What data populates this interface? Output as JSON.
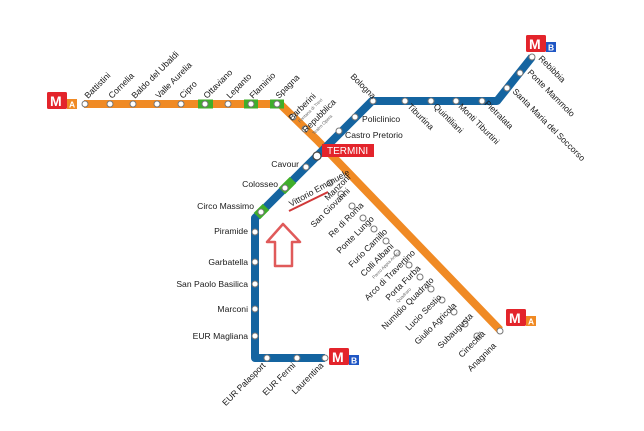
{
  "colors": {
    "line_a": "#f08a24",
    "line_b": "#1464a0",
    "line_c": "#3fae2a",
    "metro_red": "#e3242b",
    "line_b_badge": "#1f56c4",
    "line_a_badge": "#f08a24",
    "arrow": "#e05a5a",
    "tram_link": "#d03838"
  },
  "logos": {
    "metro_letter": "M",
    "line_a_letter": "A",
    "line_b_letter": "B"
  },
  "termini_label": "TERMINI",
  "stations": [
    {
      "name": "Battistini"
    },
    {
      "name": "Cornelia"
    },
    {
      "name": "Baldo del Ubaldi"
    },
    {
      "name": "Valle Aurelia"
    },
    {
      "name": "Cipro"
    },
    {
      "name": "Ottaviano"
    },
    {
      "name": "Lepanto"
    },
    {
      "name": "Flaminio"
    },
    {
      "name": "Spagna"
    },
    {
      "name": "Barberini",
      "sub": "Fontana di Trevi"
    },
    {
      "name": "Repubblica",
      "sub": "Teatro Opera"
    },
    {
      "name": "Vittorio Emanuele"
    },
    {
      "name": "Manzoni"
    },
    {
      "name": "San Giovanni"
    },
    {
      "name": "Re di Roma"
    },
    {
      "name": "Ponte Lungo"
    },
    {
      "name": "Furio Camillo"
    },
    {
      "name": "Colli Albani",
      "sub": "Parco Appia Antica"
    },
    {
      "name": "Arco di Travertino"
    },
    {
      "name": "Porta Furba",
      "sub": "Quadraro"
    },
    {
      "name": "Numidio Quadrato"
    },
    {
      "name": "Lucio Sestio"
    },
    {
      "name": "Giulio Agricola"
    },
    {
      "name": "Subaugusta"
    },
    {
      "name": "Cinecittà"
    },
    {
      "name": "Anagnina"
    },
    {
      "name": "Bologna"
    },
    {
      "name": "Policlinico"
    },
    {
      "name": "Tiburtina"
    },
    {
      "name": "Quintiliani"
    },
    {
      "name": "Monti Tiburtini"
    },
    {
      "name": "Pietralata"
    },
    {
      "name": "Santa Maria del Soccorso"
    },
    {
      "name": "Ponte Mammolo"
    },
    {
      "name": "Rebibbia"
    },
    {
      "name": "Castro Pretorio"
    },
    {
      "name": "Cavour"
    },
    {
      "name": "Colosseo"
    },
    {
      "name": "Circo Massimo"
    },
    {
      "name": "Piramide"
    },
    {
      "name": "Garbatella"
    },
    {
      "name": "San Paolo Basilica"
    },
    {
      "name": "Marconi"
    },
    {
      "name": "EUR Magliana"
    },
    {
      "name": "EUR Palasport"
    },
    {
      "name": "EUR Fermi"
    },
    {
      "name": "Laurentina"
    }
  ]
}
